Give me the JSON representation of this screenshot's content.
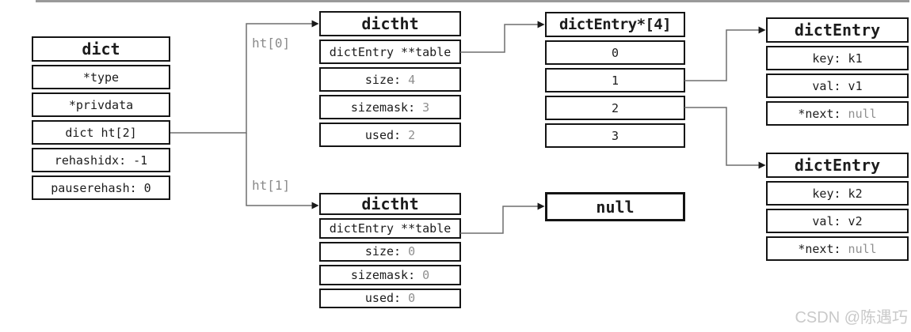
{
  "labels": {
    "ht0": "ht[0]",
    "ht1": "ht[1]"
  },
  "boxes": {
    "dict": {
      "title": "dict",
      "rows": [
        {
          "label": "*type",
          "value": ""
        },
        {
          "label": "*privdata",
          "value": ""
        },
        {
          "label": "dict ht[2]",
          "value": ""
        },
        {
          "label": "rehashidx: -1",
          "value": ""
        },
        {
          "label": "pauserehash: 0",
          "value": ""
        }
      ]
    },
    "dictht0": {
      "title": "dictht",
      "rows": [
        {
          "label": "dictEntry **table",
          "value": ""
        },
        {
          "label": "size:",
          "value": "4"
        },
        {
          "label": "sizemask:",
          "value": "3"
        },
        {
          "label": "used:",
          "value": "2"
        }
      ]
    },
    "bucket": {
      "title": "dictEntry*[4]",
      "rows": [
        {
          "label": "0",
          "value": ""
        },
        {
          "label": "1",
          "value": ""
        },
        {
          "label": "2",
          "value": ""
        },
        {
          "label": "3",
          "value": ""
        }
      ]
    },
    "entry1": {
      "title": "dictEntry",
      "rows": [
        {
          "label": "key: k1",
          "value": ""
        },
        {
          "label": "val: v1",
          "value": ""
        },
        {
          "label": "*next:",
          "value": "null"
        }
      ]
    },
    "entry2": {
      "title": "dictEntry",
      "rows": [
        {
          "label": "key: k2",
          "value": ""
        },
        {
          "label": "val: v2",
          "value": ""
        },
        {
          "label": "*next:",
          "value": "null"
        }
      ]
    },
    "dictht1": {
      "title": "dictht",
      "rows": [
        {
          "label": "dictEntry **table",
          "value": ""
        },
        {
          "label": "size:",
          "value": "0"
        },
        {
          "label": "sizemask:",
          "value": "0"
        },
        {
          "label": "used:",
          "value": "0"
        }
      ]
    },
    "nullbox": {
      "title": "null"
    }
  },
  "watermark": "CSDN @陈遇巧",
  "colors": {
    "box_border": "#141414",
    "value_text": "#8f8f8f",
    "connector_line": "#6e6e6e",
    "arrowhead": "#1a1a1a",
    "pointer_label": "#8a8a8a",
    "watermark": "#c9c9c9",
    "top_bar": "#9a9a9a"
  }
}
